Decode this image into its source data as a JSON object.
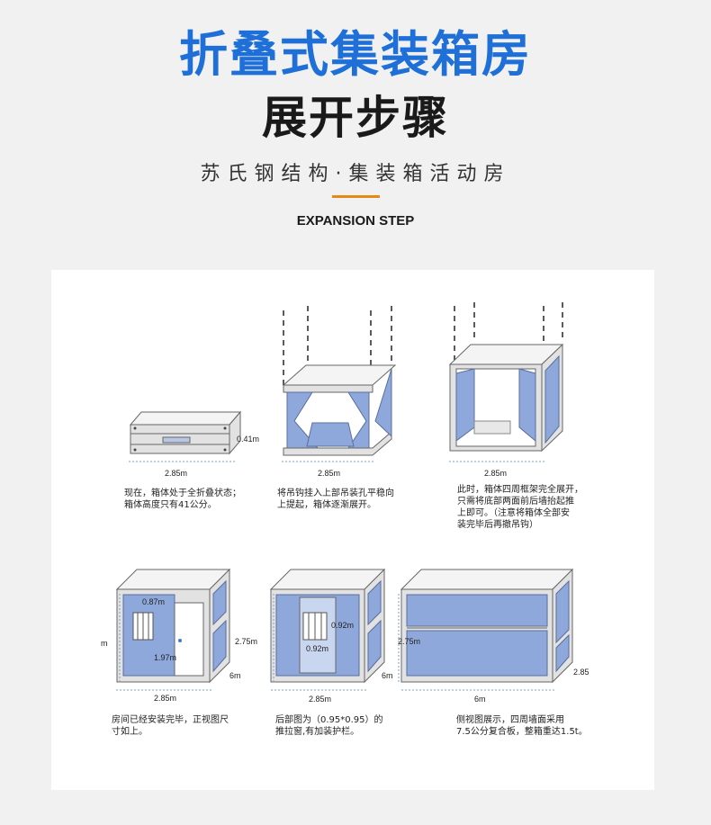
{
  "header": {
    "title_line1": "折叠式集装箱房",
    "title_line2": "展开步骤",
    "subtitle": "苏氏钢结构·集装箱活动房",
    "english": "EXPANSION STEP"
  },
  "colors": {
    "title_blue": "#1f6fd8",
    "accent_orange": "#e68a17",
    "panel_blue": "#8fa8dc",
    "frame_gray": "#dcdcdc"
  },
  "steps": [
    {
      "caption": "现在，箱体处于全折叠状态；\n箱体高度只有41公分。",
      "labels": {
        "height": "0.41m",
        "width": "2.85m"
      }
    },
    {
      "caption": "将吊钩挂入上部吊装孔平稳向\n上提起，箱体逐渐展开。",
      "labels": {
        "width": "2.85m"
      }
    },
    {
      "caption": "此时，箱体四周框架完全展开，\n只需将底部两面前后墙抬起推\n上即可。（注意将箱体全部安\n装完毕后再撤吊钩）",
      "labels": {
        "width": "2.85m"
      }
    },
    {
      "caption": "房间已经安装完毕，正视图尺\n寸如上。",
      "labels": {
        "door_width": "0.87m",
        "door_height": "1.97m",
        "side_left": "m",
        "depth": "6m",
        "width": "2.85m"
      }
    },
    {
      "caption": "后部图为（0.95*0.95）的\n推拉窗,有加装护栏。",
      "labels": {
        "height": "2.75m",
        "win_h": "0.92m",
        "win_w": "0.92m",
        "depth": "6m",
        "width": "2.85m"
      }
    },
    {
      "caption": "侧视图展示，四周墙面采用\n7.5公分复合板，整箱重达1.5t。",
      "labels": {
        "height": "2.75m",
        "side_right": "2.85",
        "length": "6m"
      }
    }
  ]
}
